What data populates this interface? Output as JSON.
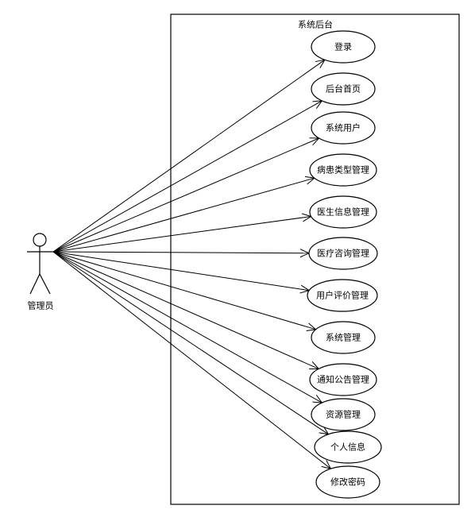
{
  "boundary": {
    "title": "系统后台"
  },
  "actor": {
    "name": "管理员"
  },
  "use_cases": [
    {
      "label": "登录"
    },
    {
      "label": "后台首页"
    },
    {
      "label": "系统用户"
    },
    {
      "label": "病患类型管理"
    },
    {
      "label": "医生信息管理"
    },
    {
      "label": "医疗咨询管理"
    },
    {
      "label": "用户评价管理"
    },
    {
      "label": "系统管理"
    },
    {
      "label": "通知公告管理"
    },
    {
      "label": "资源管理"
    },
    {
      "label": "个人信息"
    },
    {
      "label": "修改密码"
    }
  ]
}
